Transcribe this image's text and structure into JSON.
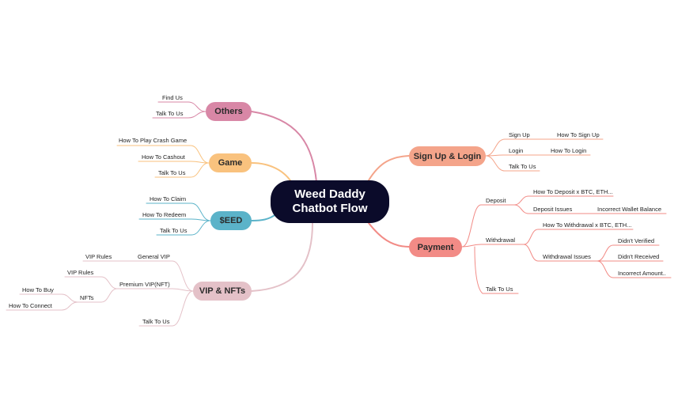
{
  "central": {
    "line1": "Weed Daddy",
    "line2": "Chatbot Flow",
    "fill": "#0b0b2a"
  },
  "branches": {
    "others": {
      "label": "Others",
      "color": "#d887a6",
      "leaves": [
        "Find Us",
        "Talk To Us"
      ]
    },
    "game": {
      "label": "Game",
      "color": "#f9c27e",
      "leaves": [
        "How To Play Crash Game",
        "How To Cashout",
        "Talk To Us"
      ]
    },
    "eed": {
      "label": "$EED",
      "color": "#5bb3c9",
      "leaves": [
        "How To Claim",
        "How To Redeem",
        "Talk To Us"
      ]
    },
    "vip": {
      "label": "VIP & NFTs",
      "color": "#e4c1c8",
      "general_vip": "General VIP",
      "general_vip_rules": "VIP Rules",
      "premium_vip": "Premium VIP(NFT)",
      "premium_vip_rules": "VIP Rules",
      "nfts": "NFTs",
      "how_to_buy": "How To Buy",
      "how_to_connect": "How To Connect",
      "talk": "Talk To Us"
    },
    "signup": {
      "label": "Sign Up & Login",
      "color": "#f4a48a",
      "sign_up": "Sign Up",
      "how_to_sign_up": "How To Sign Up",
      "login": "Login",
      "how_to_login": "How To Login",
      "talk": "Talk To Us"
    },
    "payment": {
      "label": "Payment",
      "color": "#f28b86",
      "deposit": "Deposit",
      "deposit_btc": "How To Deposit x BTC, ETH...",
      "deposit_issues": "Deposit Issues",
      "incorrect_wallet": "Incorrect Wallet Balance",
      "withdrawal": "Withdrawal",
      "withdrawal_btc": "How To Withdrawal x BTC, ETH...",
      "withdrawal_issues": "Withdrawal Issues",
      "didnt_verified": "Didn't Verified",
      "didnt_received": "Didn't Received",
      "incorrect_amount": "Incorrect Amount..",
      "talk": "Talk To Us"
    }
  }
}
